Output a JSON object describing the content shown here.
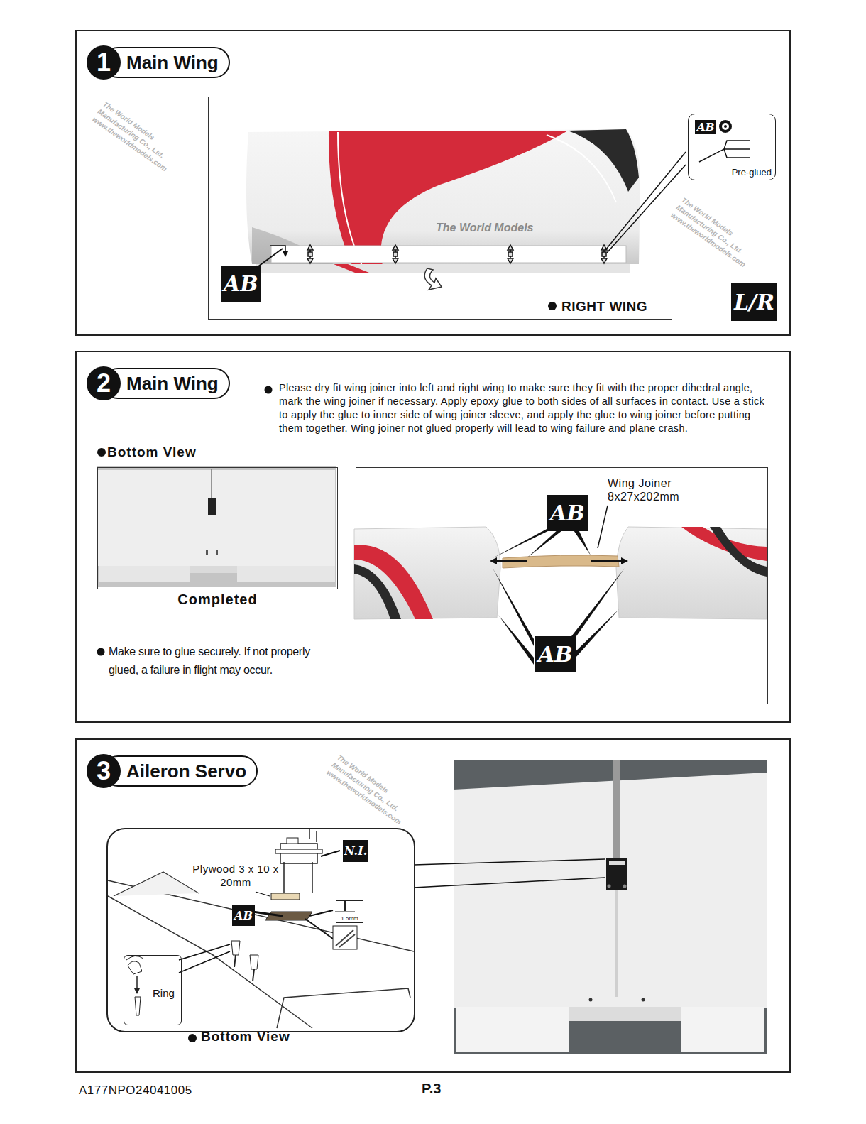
{
  "diagram": {
    "nodes": [
      {
        "text": [
          "1",
          "Main Wing"
        ]
      },
      {
        "text": [
          "RIGHT WING"
        ],
        "in": 0
      },
      {
        "text": [
          "AB"
        ],
        "in": 1
      },
      {
        "text": [
          "AB",
          "Pre-glued"
        ],
        "in": 0
      },
      {
        "text": [
          "L/R"
        ],
        "in": 0
      },
      {
        "text": [
          "2",
          "Main Wing"
        ]
      },
      {
        "text": [
          "Completed"
        ],
        "in": 5
      },
      {
        "text": [
          "Wing Joiner 8x27x202mm"
        ],
        "in": 5
      },
      {
        "text": [
          "AB"
        ],
        "in": 7
      },
      {
        "text": [
          "AB"
        ],
        "in": 7
      },
      {
        "text": [
          "3",
          "Aileron Servo"
        ]
      },
      {
        "text": [
          "Plywood 3 x 10 x 20mm"
        ],
        "in": 10
      },
      {
        "text": [
          "N.I."
        ],
        "in": 11
      },
      {
        "text": [
          "AB"
        ],
        "in": 11
      },
      {
        "text": [
          "1.5mm"
        ],
        "in": 11
      },
      {
        "text": [
          "Ring"
        ],
        "in": 11
      }
    ],
    "labels": [
      "The World Models",
      "The World Models Manufacturing Co., Ltd. www.theworldmodels.com",
      "The World Models Manufacturing Co., Ltd. www.theworldmodels.com",
      "Please dry fit wing joiner into left and right wing to make sure they fit with the proper dihedral angle, mark the wing joiner if necessary. Apply epoxy glue to both sides of all surfaces in contact. Use a stick to apply the glue to inner side of wing joiner sleeve, and apply the glue to wing joiner before putting them together. Wing joiner not glued properly will lead to wing failure and plane crash.",
      "Bottom View",
      "Make sure to glue securely. If not properly glued, a failure in flight may occur.",
      "The World Models Manufacturing Co., Ltd. www.theworldmodels.com",
      "Bottom View",
      "A177NPO24041005",
      "P.3"
    ]
  }
}
